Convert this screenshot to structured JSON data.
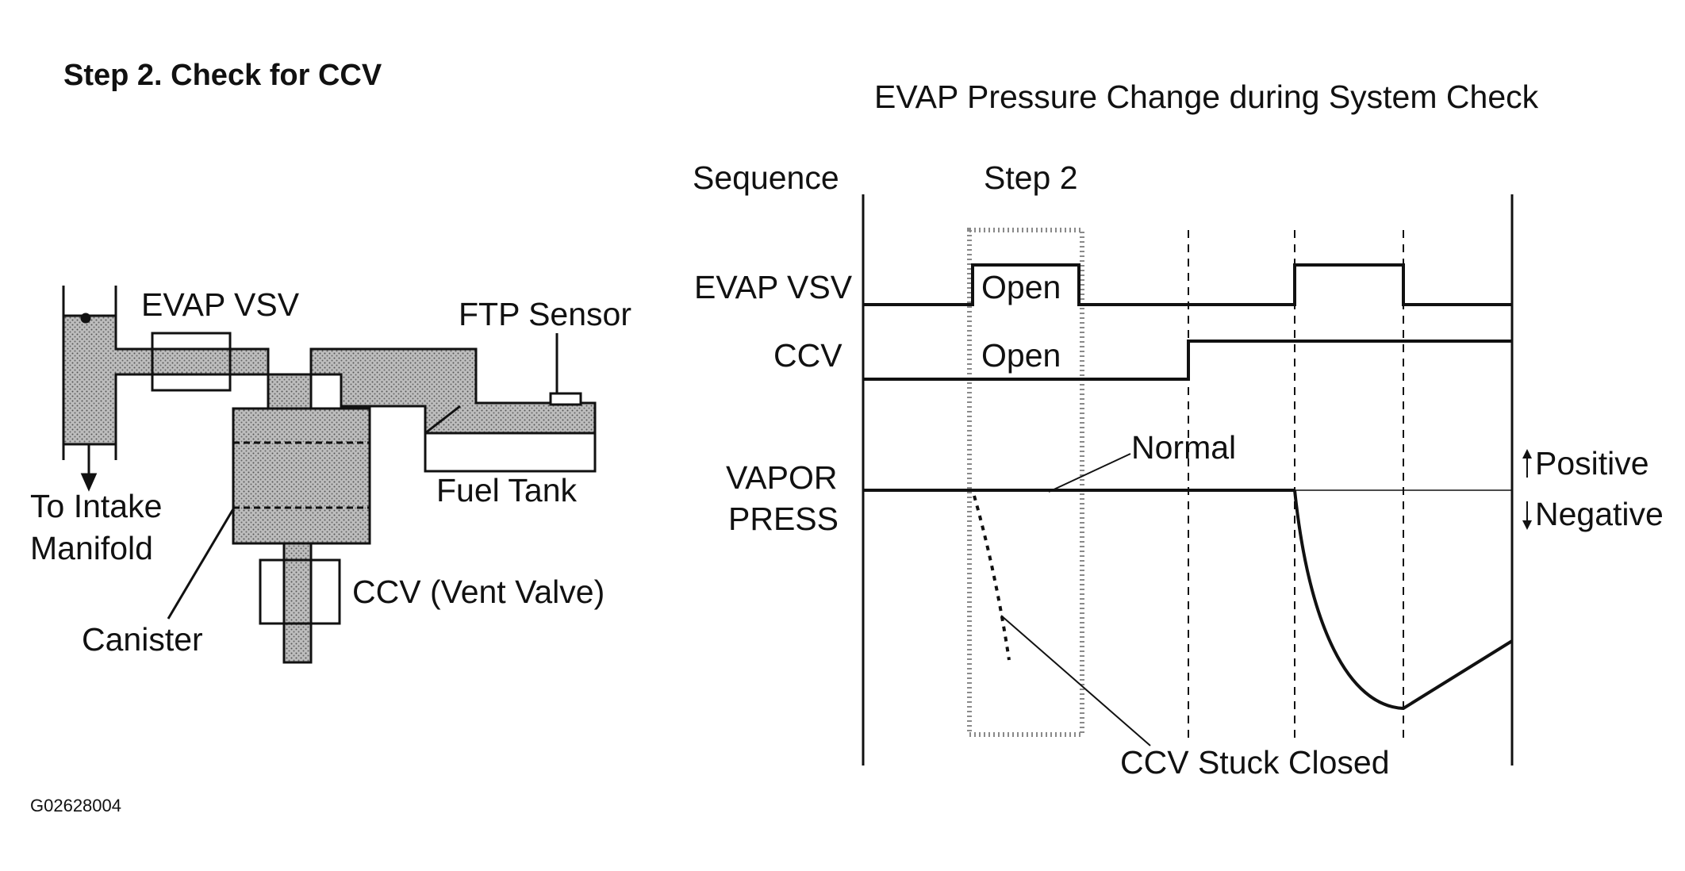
{
  "step_title": "Step 2. Check for CCV",
  "figure_id": "G02628004",
  "system_diagram": {
    "labels": {
      "evap_vsv": "EVAP VSV",
      "ftp_sensor": "FTP Sensor",
      "to_intake_line1": "To Intake",
      "to_intake_line2": "Manifold",
      "fuel_tank": "Fuel Tank",
      "canister": "Canister",
      "ccv_vent_valve": "CCV (Vent Valve)"
    }
  },
  "timing_chart": {
    "title": "EVAP Pressure Change during System Check",
    "sequence_label": "Sequence",
    "step_label": "Step 2",
    "rows": {
      "evap_vsv": "EVAP VSV",
      "ccv": "CCV",
      "vapor_line1": "VAPOR",
      "vapor_line2": "PRESS"
    },
    "open_evap": "Open",
    "open_ccv": "Open",
    "normal": "Normal",
    "positive": "Positive",
    "negative": "Negative",
    "ccv_stuck": "CCV Stuck Closed"
  },
  "colors": {
    "line": "#111111",
    "fill_gray": "#a9a9a9",
    "highlight_dotted": "#8a8a8a"
  }
}
